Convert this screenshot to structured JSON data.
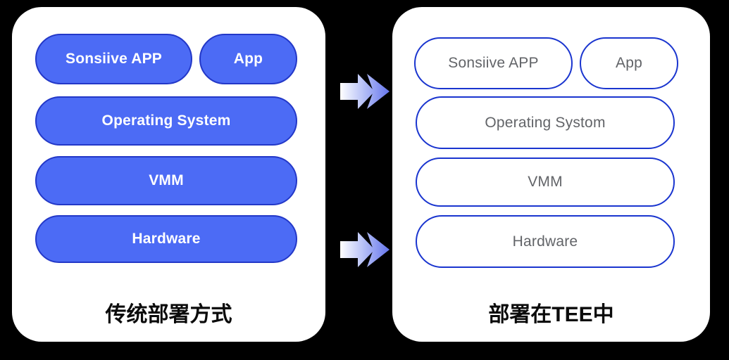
{
  "colors": {
    "canvas-bg": "#000000",
    "card-bg": "#ffffff",
    "pill-fill": "#4c6bf5",
    "pill-border": "#2338c8",
    "pill-text": "#ffffff",
    "outline-border": "#1a35cf",
    "outline-text": "#626468",
    "caption-text": "#0b0b0b",
    "arrow-start": "#ffffff",
    "arrow-mid": "#b9c3f7",
    "arrow-end": "#6575ec"
  },
  "left_panel": {
    "caption": "传统部署方式",
    "app_row": [
      "Sonsiive APP",
      "App"
    ],
    "layers": [
      "Operating System",
      "VMM",
      "Hardware"
    ]
  },
  "right_panel": {
    "caption": "部署在TEE中",
    "app_row": [
      "Sonsiive APP",
      "App"
    ],
    "layers": [
      "Operating Systom",
      "VMM",
      "Hardware"
    ]
  },
  "arrows": {
    "direction": "right",
    "count": 2
  }
}
